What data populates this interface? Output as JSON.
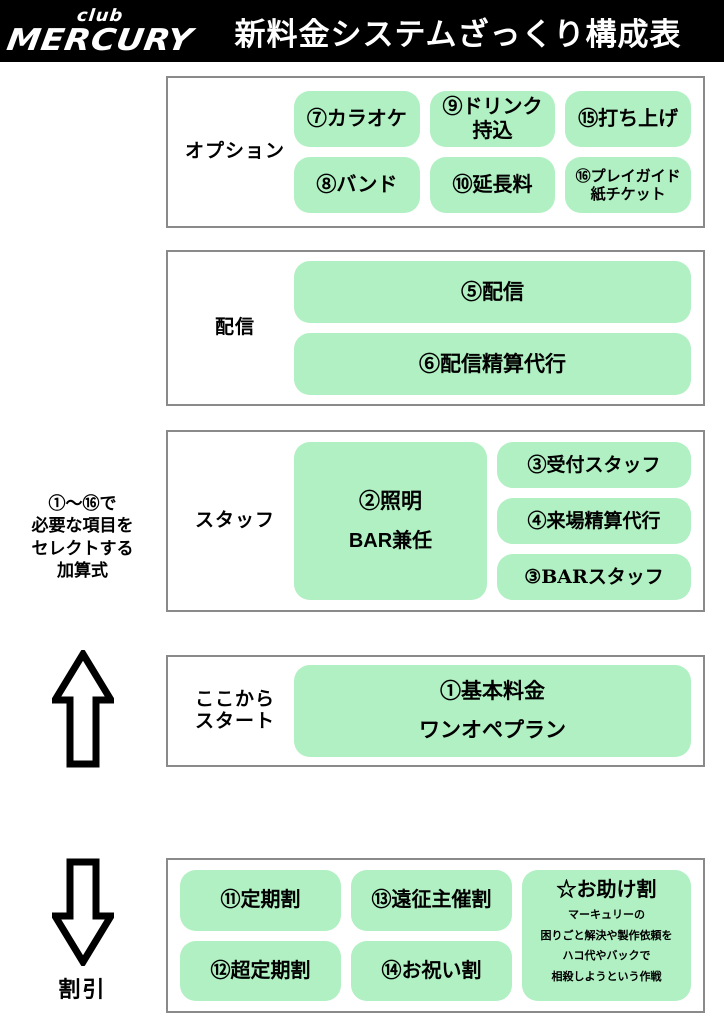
{
  "header": {
    "logo_top": "club",
    "logo_bottom": "MERCURY",
    "title": "新料金システムざっくり構成表"
  },
  "left_column": {
    "select_note_lines": [
      "①〜⑯で",
      "必要な項目を",
      "セレクトする",
      "加算式"
    ],
    "up_arrow_icon": "up-arrow-icon",
    "down_arrow_icon": "down-arrow-icon",
    "discount_label": "割引"
  },
  "sections": {
    "options": {
      "label": "オプション",
      "rows": [
        [
          {
            "text": "⑦カラオケ",
            "lines": [
              "⑦カラオケ"
            ],
            "size": "normal"
          },
          {
            "text": "⑨ドリンク持込",
            "lines": [
              "⑨ドリンク",
              "持込"
            ],
            "size": "normal"
          },
          {
            "text": "⑮打ち上げ",
            "lines": [
              "⑮打ち上げ"
            ],
            "size": "normal"
          }
        ],
        [
          {
            "text": "⑧バンド",
            "lines": [
              "⑧バンド"
            ],
            "size": "normal"
          },
          {
            "text": "⑩延長料",
            "lines": [
              "⑩延長料"
            ],
            "size": "normal"
          },
          {
            "text": "⑯プレイガイド紙チケット",
            "lines": [
              "⑯プレイガイド",
              "紙チケット"
            ],
            "size": "small"
          }
        ]
      ]
    },
    "delivery": {
      "label": "配信",
      "items": [
        "⑤配信",
        "⑥配信精算代行"
      ]
    },
    "staff": {
      "label": "スタッフ",
      "main": {
        "line1": "②照明",
        "line2": "BAR兼任"
      },
      "side": [
        "③受付スタッフ",
        "④来場精算代行",
        "③BARスタッフ"
      ]
    },
    "base": {
      "label_lines": [
        "ここから",
        "スタート"
      ],
      "plan": {
        "line1": "①基本料金",
        "line2": "ワンオペプラン"
      }
    },
    "discounts": {
      "col1": [
        "⑪定期割",
        "⑫超定期割"
      ],
      "col2": [
        "⑬遠征主催割",
        "⑭お祝い割"
      ],
      "help": {
        "title": "☆お助け割",
        "note_lines": [
          "マーキュリーの",
          "困りごと解決や製作依頼を",
          "ハコ代やバックで",
          "相殺しようという作戦"
        ]
      }
    }
  },
  "colors": {
    "pill_green": "#b0f0c2",
    "border_gray": "#8a8a8a",
    "header_black": "#000000"
  }
}
